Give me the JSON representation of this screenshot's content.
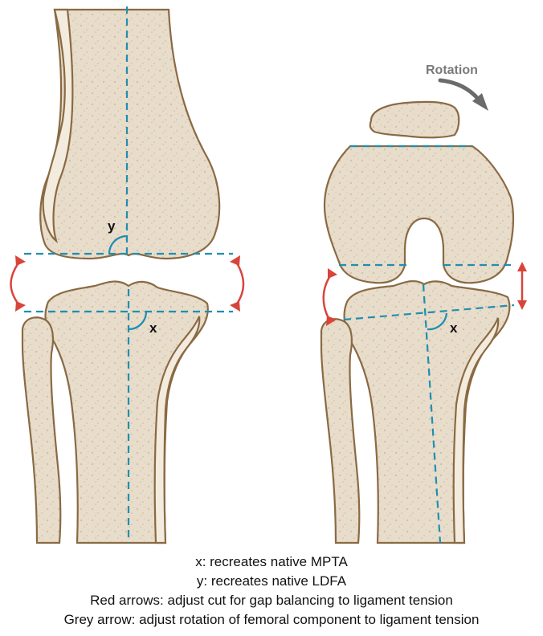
{
  "labels": {
    "y": "y",
    "x_left": "x",
    "x_right": "x",
    "rotation": "Rotation"
  },
  "legend": [
    "x: recreates native MPTA",
    "y: recreates native LDFA",
    "Red arrows: adjust cut for gap balancing to ligament tension",
    "Grey arrow: adjust rotation of femoral component to ligament tension"
  ],
  "colors": {
    "bone_fill": "#e8dccb",
    "bone_outline": "#8a6a43",
    "cut_line": "#1f8fb0",
    "gap_arrow": "#d9443a",
    "rotation_arrow": "#6b6b6b"
  }
}
